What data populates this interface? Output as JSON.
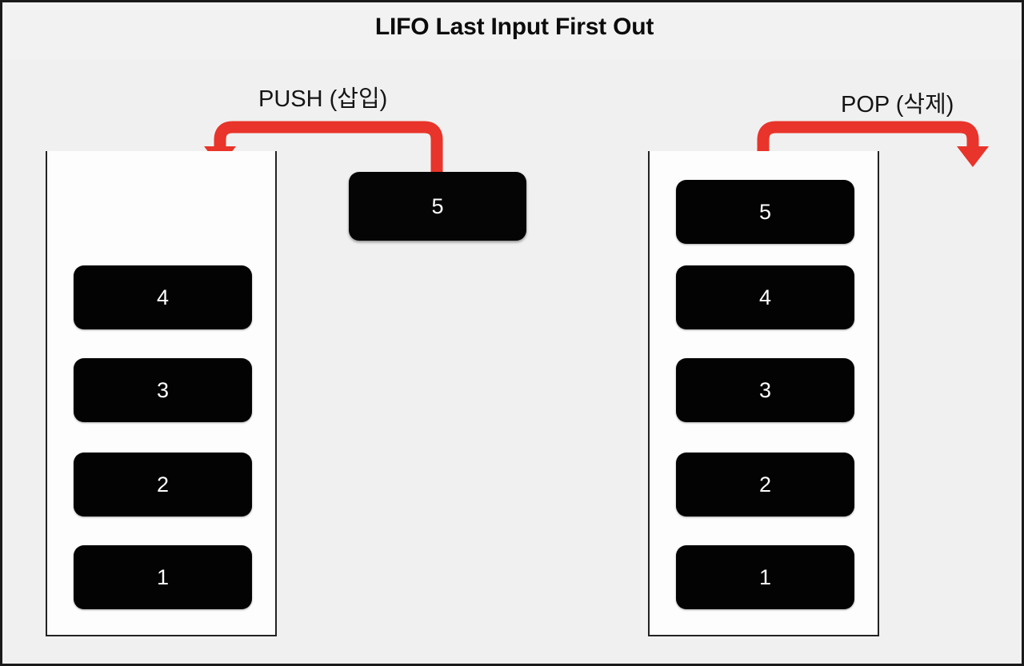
{
  "page": {
    "title": "LIFO Last Input First Out",
    "background_color": "#f0f0f0",
    "border_color": "#1a1a1a",
    "accent_color": "#e8342a",
    "item_color": "#030303",
    "item_text_color": "#ffffff"
  },
  "operations": {
    "push": {
      "label": "PUSH (삽입)",
      "arrow_name": "push-arrow",
      "direction": "right-to-left-then-down",
      "target": "top of left stack"
    },
    "pop": {
      "label": "POP (삭제)",
      "arrow_name": "pop-arrow",
      "direction": "left-to-right-then-down",
      "source": "top of right stack"
    }
  },
  "stacks": [
    {
      "name": "left-stack",
      "state": "before-push",
      "items": [
        "4",
        "3",
        "2",
        "1"
      ],
      "top_value": "4",
      "open_top": true
    },
    {
      "name": "right-stack",
      "state": "after-push",
      "items": [
        "5",
        "4",
        "3",
        "2",
        "1"
      ],
      "top_value": "5",
      "open_top": true
    }
  ],
  "floating_item": {
    "value": "5",
    "name": "incoming-element"
  }
}
